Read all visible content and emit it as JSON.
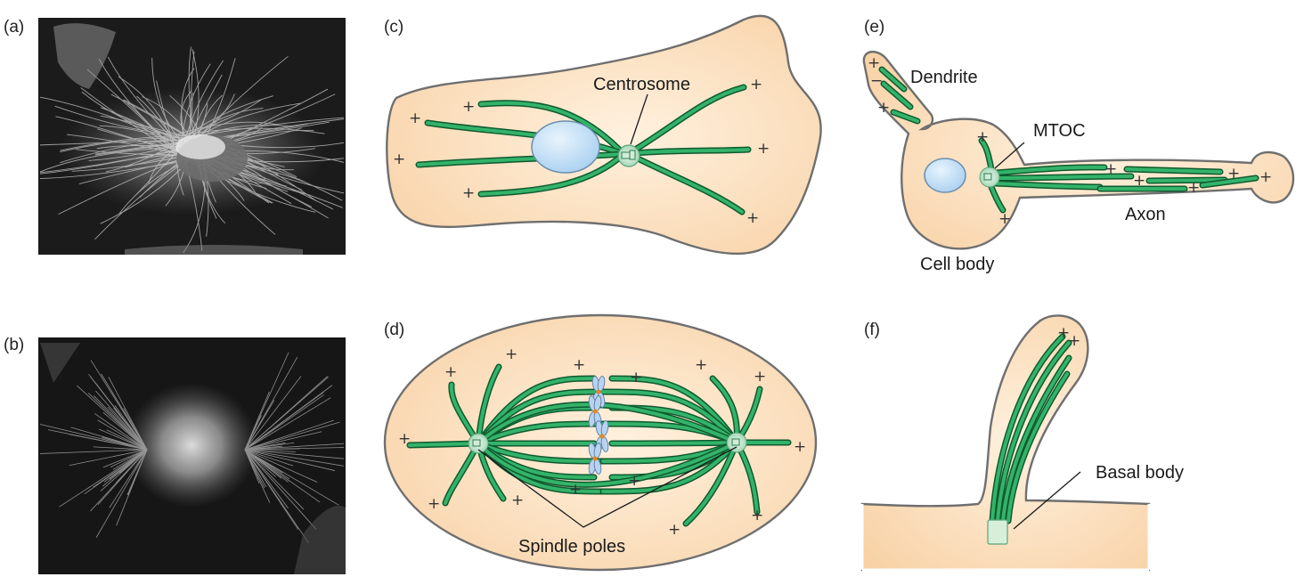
{
  "panels": {
    "a": {
      "label": "(a)"
    },
    "b": {
      "label": "(b)"
    },
    "c": {
      "label": "(c)",
      "centrosome": "Centrosome"
    },
    "d": {
      "label": "(d)",
      "spindle_poles": "Spindle poles"
    },
    "e": {
      "label": "(e)",
      "dendrite": "Dendrite",
      "mtoc": "MTOC",
      "axon": "Axon",
      "cell_body": "Cell body"
    },
    "f": {
      "label": "(f)",
      "basal_body": "Basal body"
    }
  },
  "symbols": {
    "plus": "+",
    "minus": "−"
  },
  "colors": {
    "cell_fill": "#fbdcb8",
    "cell_outline": "#6f6f6f",
    "microtubule": "#33b36a",
    "microtubule_edge": "#0f5a2e",
    "nucleus": "#bcdcf5",
    "micrograph_bg": "#1a1a1a"
  }
}
